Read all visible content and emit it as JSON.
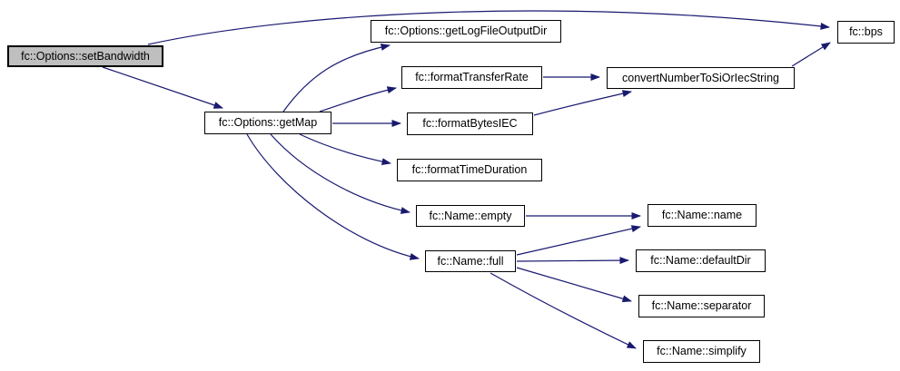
{
  "diagram": {
    "type": "call-graph",
    "colors": {
      "edge": "#191970",
      "node_background": "#ffffff",
      "node_border": "#000000",
      "highlighted_node_background": "#bfbfbf",
      "text": "#000000"
    },
    "nodes": [
      {
        "id": "set-bandwidth",
        "label": "fc::Options::setBandwidth",
        "highlighted": true
      },
      {
        "id": "get-map",
        "label": "fc::Options::getMap",
        "highlighted": false
      },
      {
        "id": "get-log-file-output-dir",
        "label": "fc::Options::getLogFileOutputDir",
        "highlighted": false
      },
      {
        "id": "format-transfer-rate",
        "label": "fc::formatTransferRate",
        "highlighted": false
      },
      {
        "id": "format-bytes-iec",
        "label": "fc::formatBytesIEC",
        "highlighted": false
      },
      {
        "id": "format-time-duration",
        "label": "fc::formatTimeDuration",
        "highlighted": false
      },
      {
        "id": "name-empty",
        "label": "fc::Name::empty",
        "highlighted": false
      },
      {
        "id": "name-full",
        "label": "fc::Name::full",
        "highlighted": false
      },
      {
        "id": "convert-number-to-si-or-iec-string",
        "label": "convertNumberToSiOrIecString",
        "highlighted": false
      },
      {
        "id": "bps",
        "label": "fc::bps",
        "highlighted": false
      },
      {
        "id": "name-name",
        "label": "fc::Name::name",
        "highlighted": false
      },
      {
        "id": "name-default-dir",
        "label": "fc::Name::defaultDir",
        "highlighted": false
      },
      {
        "id": "name-separator",
        "label": "fc::Name::separator",
        "highlighted": false
      },
      {
        "id": "name-simplify",
        "label": "fc::Name::simplify",
        "highlighted": false
      }
    ],
    "edges": [
      {
        "from": "fc::Options::setBandwidth",
        "to": "fc::bps"
      },
      {
        "from": "fc::Options::setBandwidth",
        "to": "fc::Options::getMap"
      },
      {
        "from": "fc::Options::getMap",
        "to": "fc::Options::getLogFileOutputDir"
      },
      {
        "from": "fc::Options::getMap",
        "to": "fc::formatTransferRate"
      },
      {
        "from": "fc::Options::getMap",
        "to": "fc::formatBytesIEC"
      },
      {
        "from": "fc::Options::getMap",
        "to": "fc::formatTimeDuration"
      },
      {
        "from": "fc::Options::getMap",
        "to": "fc::Name::empty"
      },
      {
        "from": "fc::Options::getMap",
        "to": "fc::Name::full"
      },
      {
        "from": "fc::formatTransferRate",
        "to": "convertNumberToSiOrIecString"
      },
      {
        "from": "fc::formatBytesIEC",
        "to": "convertNumberToSiOrIecString"
      },
      {
        "from": "convertNumberToSiOrIecString",
        "to": "fc::bps"
      },
      {
        "from": "fc::Name::empty",
        "to": "fc::Name::name"
      },
      {
        "from": "fc::Name::full",
        "to": "fc::Name::name"
      },
      {
        "from": "fc::Name::full",
        "to": "fc::Name::defaultDir"
      },
      {
        "from": "fc::Name::full",
        "to": "fc::Name::separator"
      },
      {
        "from": "fc::Name::full",
        "to": "fc::Name::simplify"
      }
    ]
  }
}
